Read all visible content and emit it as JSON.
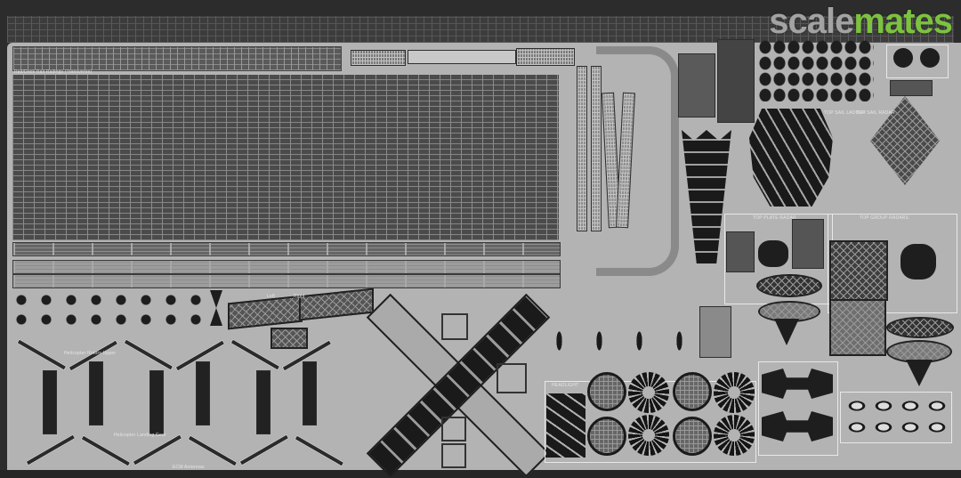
{
  "image": {
    "subject": "Photo-etched brass fret for a model ship kit, shown in grayscale",
    "background_color": "#b3b3b3",
    "frame_color": "#2c2c2c"
  },
  "watermark": {
    "part1": "scale",
    "part2": "mates",
    "color_part1": "#a3a3a3",
    "color_part2": "#7cc23f"
  },
  "labels": {
    "rail_label": "Rail/Deck Rail Railings (Transverse)",
    "top_plate_radar": "TOP PLATE RADAR",
    "top_group_radars": "TOP GROUP RADARS",
    "top_sail_ladder": "TOP SAIL LADDER",
    "top_sail_radar": "TOP SAIL RADAR",
    "headlight": "HEADLIGHT",
    "helicopter_rotors_upper": "Helicopter Rotors Upper",
    "helicopter_landing_gear": "Helicopter Landing Gear",
    "ecm_antennas": "ECM Antennas",
    "lift_left": "Left",
    "lift_right": "Right"
  },
  "regions": [
    {
      "name": "railing-strip-top",
      "desc": "Long railing strips along top edge"
    },
    {
      "name": "main-grid",
      "desc": "Large flight deck grid section"
    },
    {
      "name": "railing-rows",
      "desc": "Rows of railing segments"
    },
    {
      "name": "x-platform",
      "desc": "Cross-shaped X platform truss"
    },
    {
      "name": "helicopter-rotors",
      "desc": "Three helicopter rotor sets with landing gear"
    },
    {
      "name": "radar-arrays",
      "desc": "Radar and antenna parts at right"
    },
    {
      "name": "round-grilles",
      "desc": "Round mesh and spoked grilles"
    }
  ]
}
